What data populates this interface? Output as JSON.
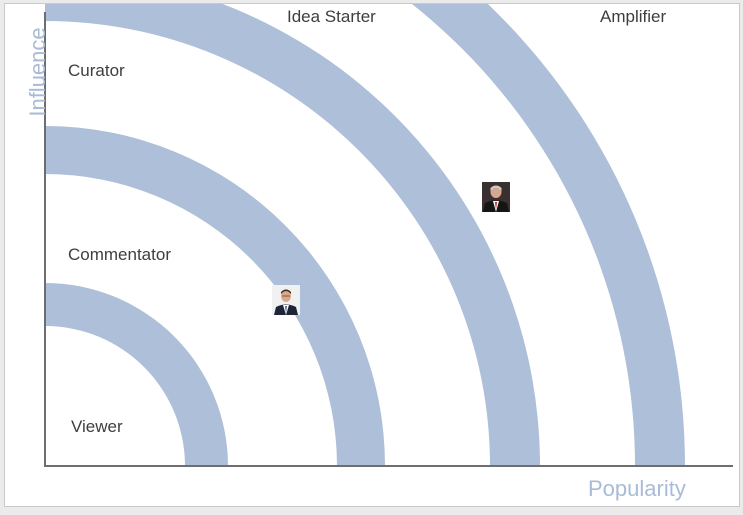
{
  "axes": {
    "y_title": "Influence",
    "x_title": "Popularity"
  },
  "zones": [
    {
      "id": "viewer",
      "label": "Viewer"
    },
    {
      "id": "commentator",
      "label": "Commentator"
    },
    {
      "id": "curator",
      "label": "Curator"
    },
    {
      "id": "idea-starter",
      "label": "Idea Starter"
    },
    {
      "id": "amplifier",
      "label": "Amplifier"
    }
  ],
  "colors": {
    "ring": "#aebfd9",
    "axis_line": "#6e6e6e",
    "axis_title": "#a9bbd6",
    "label": "#3e3e3e"
  },
  "avatars": [
    {
      "icon": "person-photo-icon",
      "zone": "commentator"
    },
    {
      "icon": "person-photo-icon",
      "zone": "idea-starter"
    }
  ]
}
